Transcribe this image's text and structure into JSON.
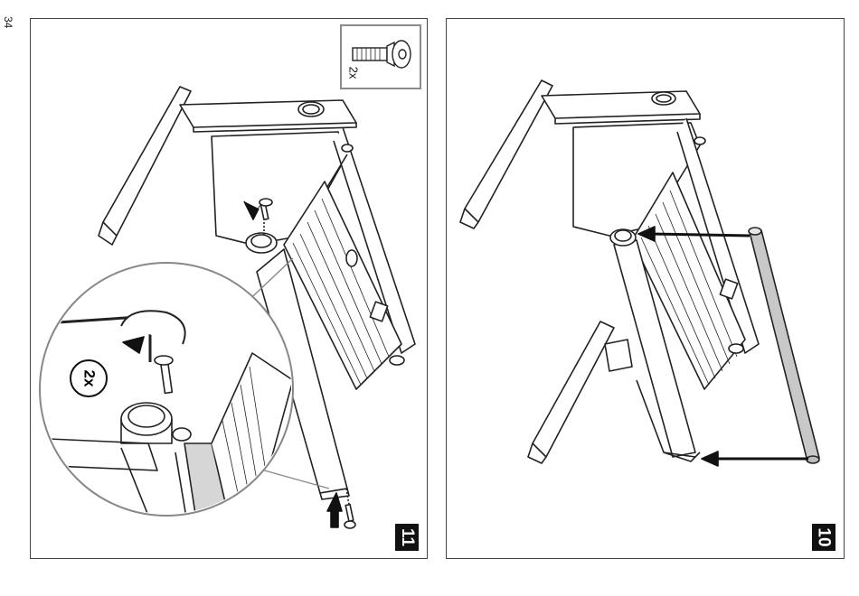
{
  "page": {
    "number": "34"
  },
  "steps": [
    {
      "number": "11",
      "callout_quantity": "2x",
      "detail_quantity": "2x"
    },
    {
      "number": "10"
    }
  ]
}
